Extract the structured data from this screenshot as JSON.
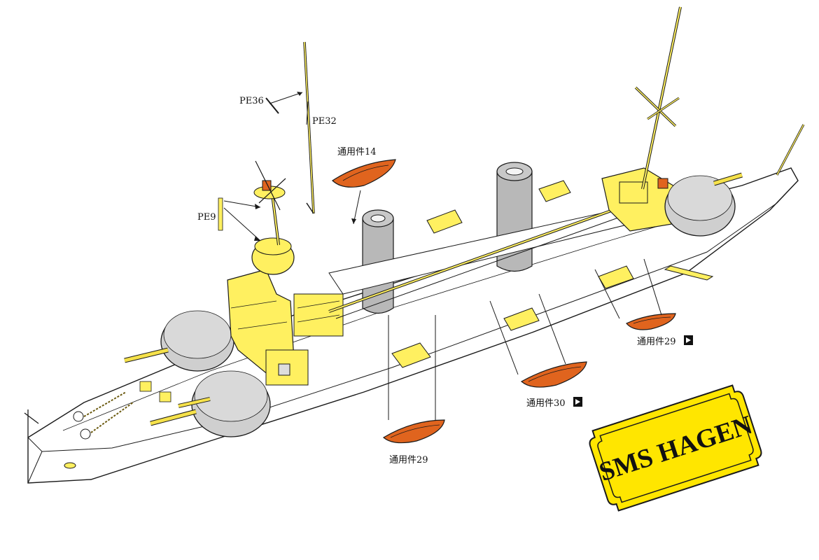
{
  "labels": {
    "pe36": "PE36",
    "pe32": "PE32",
    "pe9": "PE9",
    "part14": "通用件14",
    "part29_right": "通用件29",
    "part30": "通用件30",
    "part29_bottom": "通用件29"
  },
  "nameplate": {
    "text": "SMS HAGEN"
  },
  "colors": {
    "hull": "#ffffff",
    "outline": "#1a1a1a",
    "deck_parts": "#fff060",
    "turret": "#cfcfcf",
    "funnel": "#b8b8b8",
    "boat": "#e0641e",
    "plate": "#ffe600"
  }
}
